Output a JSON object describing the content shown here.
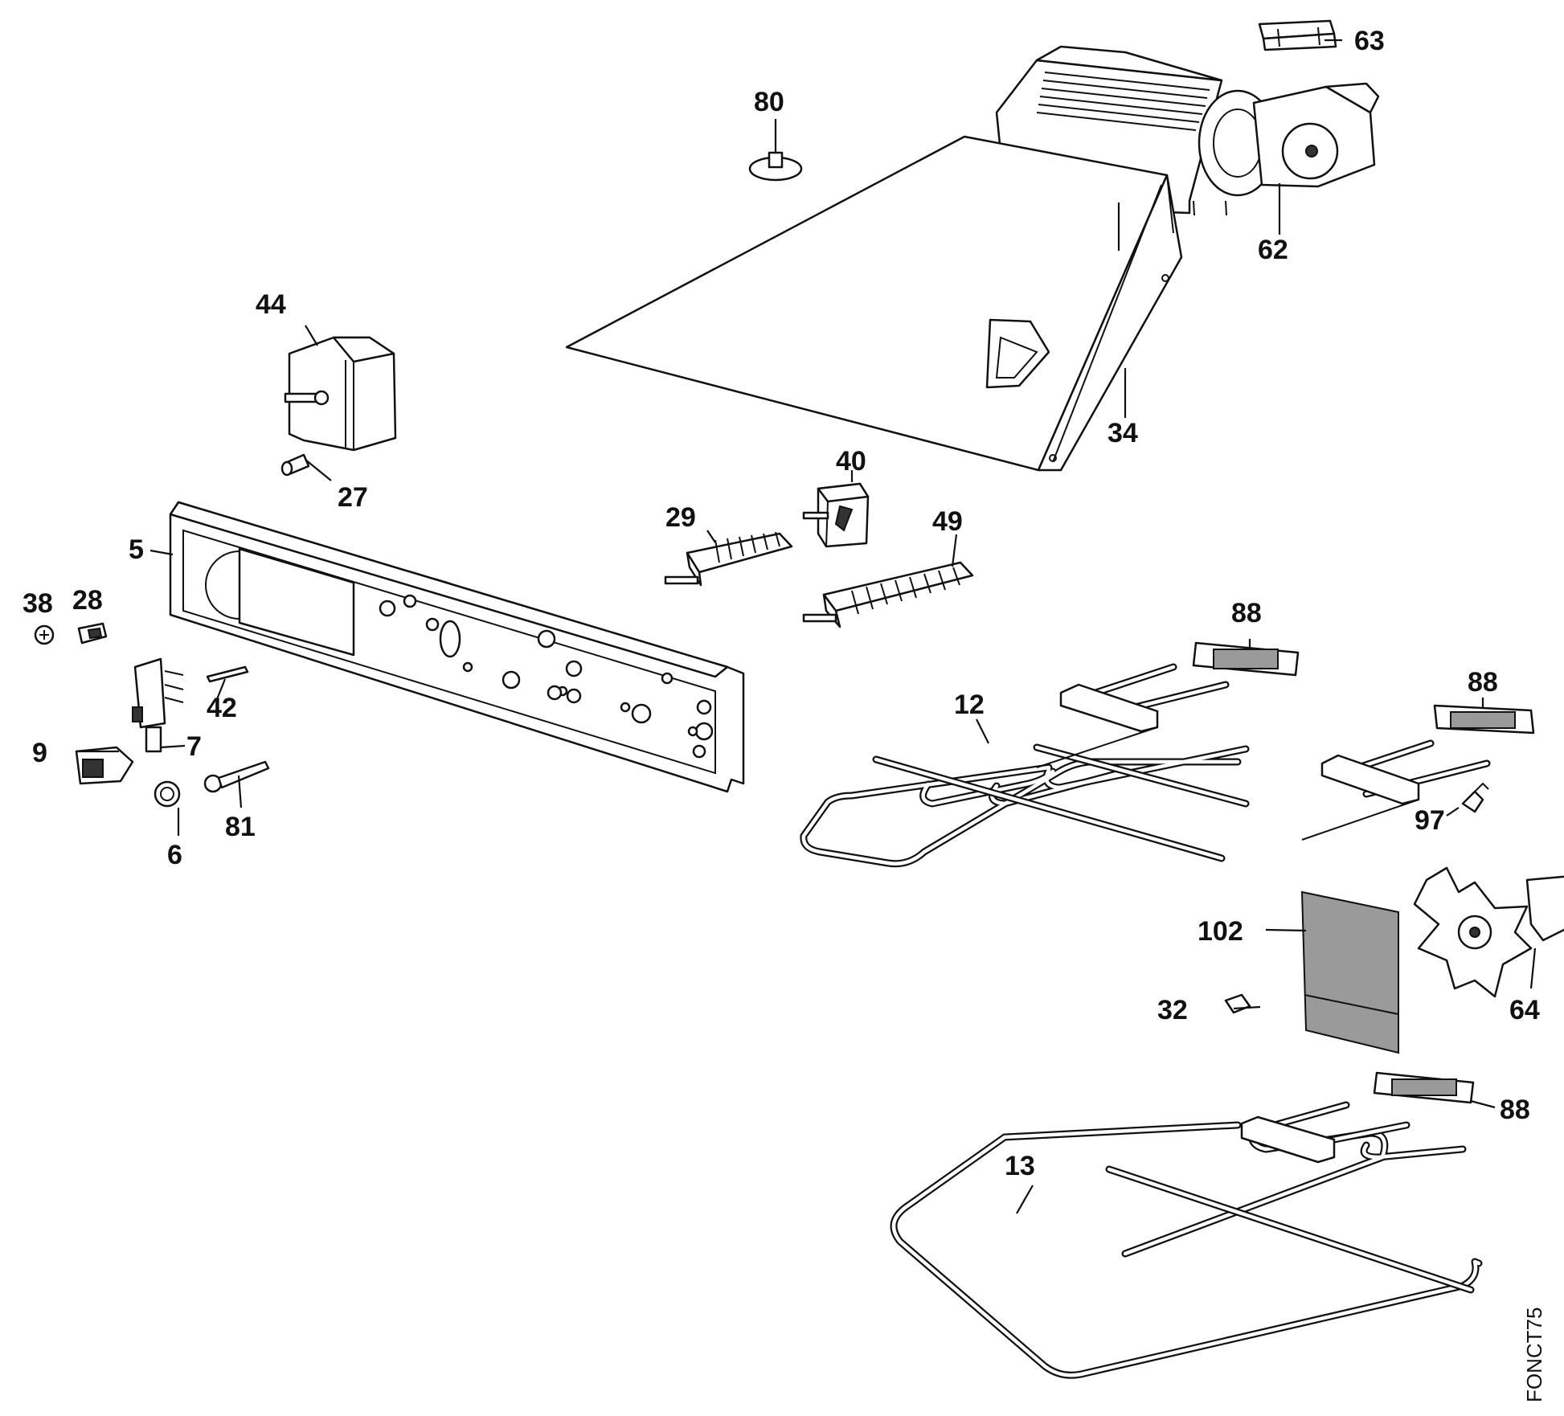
{
  "diagram": {
    "code": "FONCT75",
    "parts": {
      "p5": "5",
      "p6": "6",
      "p7": "7",
      "p9": "9",
      "p12": "12",
      "p13": "13",
      "p27": "27",
      "p28": "28",
      "p29": "29",
      "p32": "32",
      "p34": "34",
      "p38": "38",
      "p40": "40",
      "p42": "42",
      "p44": "44",
      "p49": "49",
      "p62": "62",
      "p63": "63",
      "p64": "64",
      "p80": "80",
      "p81": "81",
      "p88a": "88",
      "p88b": "88",
      "p88c": "88",
      "p97": "97",
      "p102": "102"
    }
  }
}
